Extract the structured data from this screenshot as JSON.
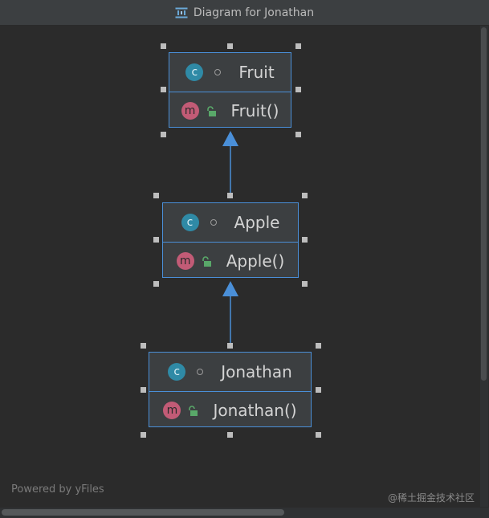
{
  "window": {
    "title": "Diagram for Jonathan",
    "title_icon": "diagram-icon"
  },
  "diagram": {
    "nodes": [
      {
        "class_name": "Fruit",
        "constructor": "Fruit()",
        "class_badge": "c",
        "method_badge": "m"
      },
      {
        "class_name": "Apple",
        "constructor": "Apple()",
        "class_badge": "c",
        "method_badge": "m"
      },
      {
        "class_name": "Jonathan",
        "constructor": "Jonathan()",
        "class_badge": "c",
        "method_badge": "m"
      }
    ],
    "edges": [
      {
        "from": "Apple",
        "to": "Fruit",
        "type": "extends"
      },
      {
        "from": "Jonathan",
        "to": "Apple",
        "type": "extends"
      }
    ]
  },
  "footer": {
    "powered_by": "Powered by yFiles",
    "watermark": "@稀土掘金技术社区"
  },
  "colors": {
    "node_border": "#4a8fd8",
    "class_badge": "#2f8aa6",
    "method_badge": "#c25b76",
    "lock": "#59a869",
    "background": "#2b2b2b"
  }
}
